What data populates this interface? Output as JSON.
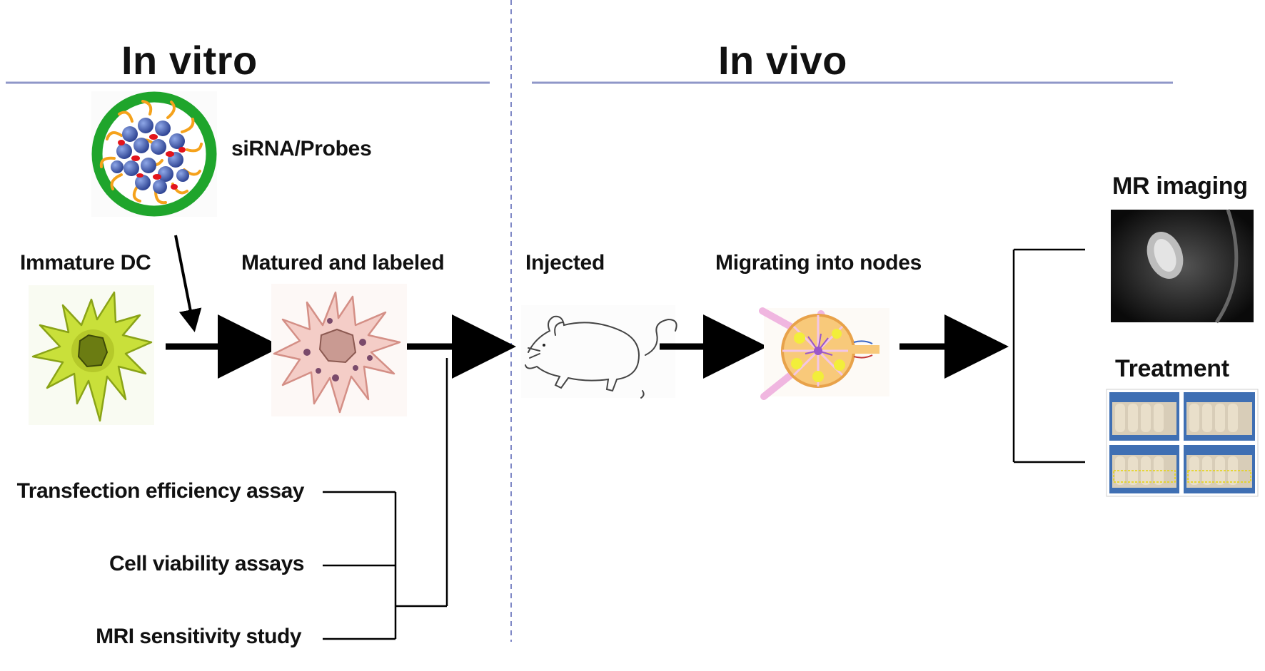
{
  "sections": {
    "in_vitro": "In vitro",
    "in_vivo": "In vivo"
  },
  "labels": {
    "sirna_probes": "siRNA/Probes",
    "immature_dc": "Immature DC",
    "matured_labeled": "Matured and labeled",
    "injected": "Injected",
    "migrating": "Migrating into nodes",
    "mr_imaging": "MR imaging",
    "treatment": "Treatment"
  },
  "assays": [
    "Transfection efficiency assay",
    "Cell viability assays",
    "MRI sensitivity study"
  ],
  "colors": {
    "rule_line": "#8f97c8",
    "divider": "#7f88c6",
    "nanoparticle_ring": "#1fa52c",
    "immature_cell": "#c9e03a",
    "mature_cell": "#f4cdc7",
    "lymph_node": "#f8c97a"
  }
}
